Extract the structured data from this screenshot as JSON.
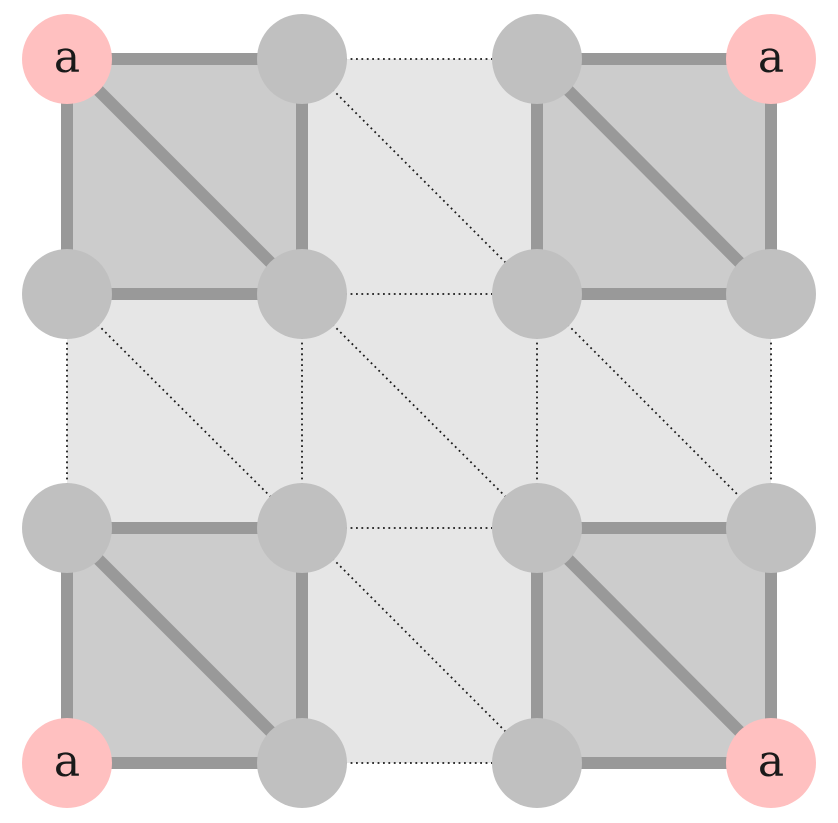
{
  "colors": {
    "background": "#ffffff",
    "outer_fill": "#e6e6e6",
    "corner_fill": "#cccccc",
    "thick_edge": "#999999",
    "dotted_edge": "#1a1a1a",
    "vertex": "#c0c0c0",
    "highlight_vertex": "#ffc0c0"
  },
  "grid": {
    "rows": 4,
    "cols": 4
  },
  "corner_blocks": [
    {
      "name": "corner-block-top-left",
      "origin": [
        0,
        0
      ]
    },
    {
      "name": "corner-block-top-right",
      "origin": [
        2,
        0
      ]
    },
    {
      "name": "corner-block-bottom-left",
      "origin": [
        0,
        2
      ]
    },
    {
      "name": "corner-block-bottom-right",
      "origin": [
        2,
        2
      ]
    }
  ],
  "highlighted_vertices": [
    {
      "name": "vertex-a-top-left",
      "cell": [
        0,
        0
      ],
      "label": "a"
    },
    {
      "name": "vertex-a-top-right",
      "cell": [
        3,
        0
      ],
      "label": "a"
    },
    {
      "name": "vertex-a-bottom-left",
      "cell": [
        0,
        3
      ],
      "label": "a"
    },
    {
      "name": "vertex-a-bottom-right",
      "cell": [
        3,
        3
      ],
      "label": "a"
    }
  ]
}
